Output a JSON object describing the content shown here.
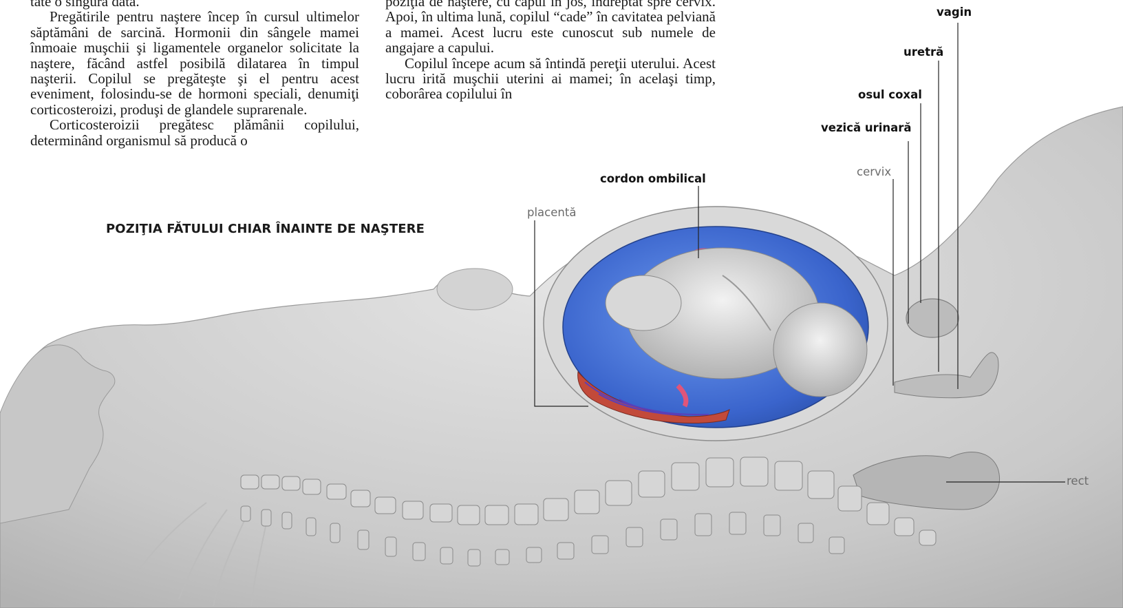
{
  "text_left": {
    "p0": "tate o singura data.",
    "p1": "Pregătirile pentru naştere încep în cursul ultimelor săptămâni de sarcină. Hormonii din sângele mamei înmoaie muşchii şi ligamentele organelor solicitate la naştere, făcând astfel posibilă dilatarea în timpul naşterii. Copilul se pregăteşte şi el pentru acest eveniment, folosindu-se de hormoni speciali, denumiţi corticosteroizi, produşi de glandele suprarenale.",
    "p2": "Corticosteroizii pregătesc plămânii copilului, determinând organismul să producă o"
  },
  "text_right": {
    "p0": "poziţia de naştere, cu capul în jos, îndreptat spre cervix. Apoi, în ultima lună, copilul “cade” în cavitatea pelviană a mamei. Acest lucru este cunoscut sub numele de angajare a capului.",
    "p1": "Copilul începe acum să întindă pereţii uterului. Acest lucru irită muşchii uterini ai mamei; în acelaşi timp, coborârea copilului în"
  },
  "figure": {
    "title": "POZIŢIA FĂTULUI CHIAR ÎNAINTE DE NAŞTERE",
    "labels": {
      "vagin": "vagin",
      "uretra": "uretră",
      "osul_coxal": "osul coxal",
      "vezica": "vezică urinară",
      "cervix": "cervix",
      "cordon": "cordon ombilical",
      "placenta": "placentă",
      "rect": "rect"
    }
  },
  "colors": {
    "body_fill": "#cfcfcf",
    "body_shadow": "#a9a9a9",
    "amniotic": "#3f6fd6",
    "placenta": "#c24a3a",
    "cord": "#e0557a"
  }
}
